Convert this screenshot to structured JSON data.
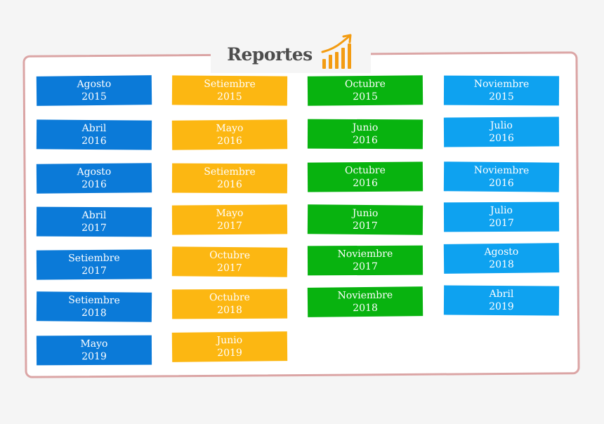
{
  "header": {
    "title": "Reportes"
  },
  "colors": {
    "blue": "#0b7ad8",
    "yellow": "#fcb712",
    "green": "#08b30f",
    "sky": "#0ea2f0",
    "frame": "#dba5a5",
    "logo": "#f39c12"
  },
  "columns": [
    {
      "items": [
        {
          "month": "Agosto",
          "year": "2015"
        },
        {
          "month": "Abril",
          "year": "2016"
        },
        {
          "month": "Agosto",
          "year": "2016"
        },
        {
          "month": "Abril",
          "year": "2017"
        },
        {
          "month": "Setiembre",
          "year": "2017"
        },
        {
          "month": "Setiembre",
          "year": "2018"
        },
        {
          "month": "Mayo",
          "year": "2019"
        }
      ]
    },
    {
      "items": [
        {
          "month": "Setiembre",
          "year": "2015"
        },
        {
          "month": "Mayo",
          "year": "2016"
        },
        {
          "month": "Setiembre",
          "year": "2016"
        },
        {
          "month": "Mayo",
          "year": "2017"
        },
        {
          "month": "Octubre",
          "year": "2017"
        },
        {
          "month": "Octubre",
          "year": "2018"
        },
        {
          "month": "Junio",
          "year": "2019"
        }
      ]
    },
    {
      "items": [
        {
          "month": "Octubre",
          "year": "2015"
        },
        {
          "month": "Junio",
          "year": "2016"
        },
        {
          "month": "Octubre",
          "year": "2016"
        },
        {
          "month": "Junio",
          "year": "2017"
        },
        {
          "month": "Noviembre",
          "year": "2017"
        },
        {
          "month": "Noviembre",
          "year": "2018"
        }
      ]
    },
    {
      "items": [
        {
          "month": "Noviembre",
          "year": "2015"
        },
        {
          "month": "Julio",
          "year": "2016"
        },
        {
          "month": "Noviembre",
          "year": "2016"
        },
        {
          "month": "Julio",
          "year": "2017"
        },
        {
          "month": "Agosto",
          "year": "2018"
        },
        {
          "month": "Abril",
          "year": "2019"
        }
      ]
    }
  ]
}
